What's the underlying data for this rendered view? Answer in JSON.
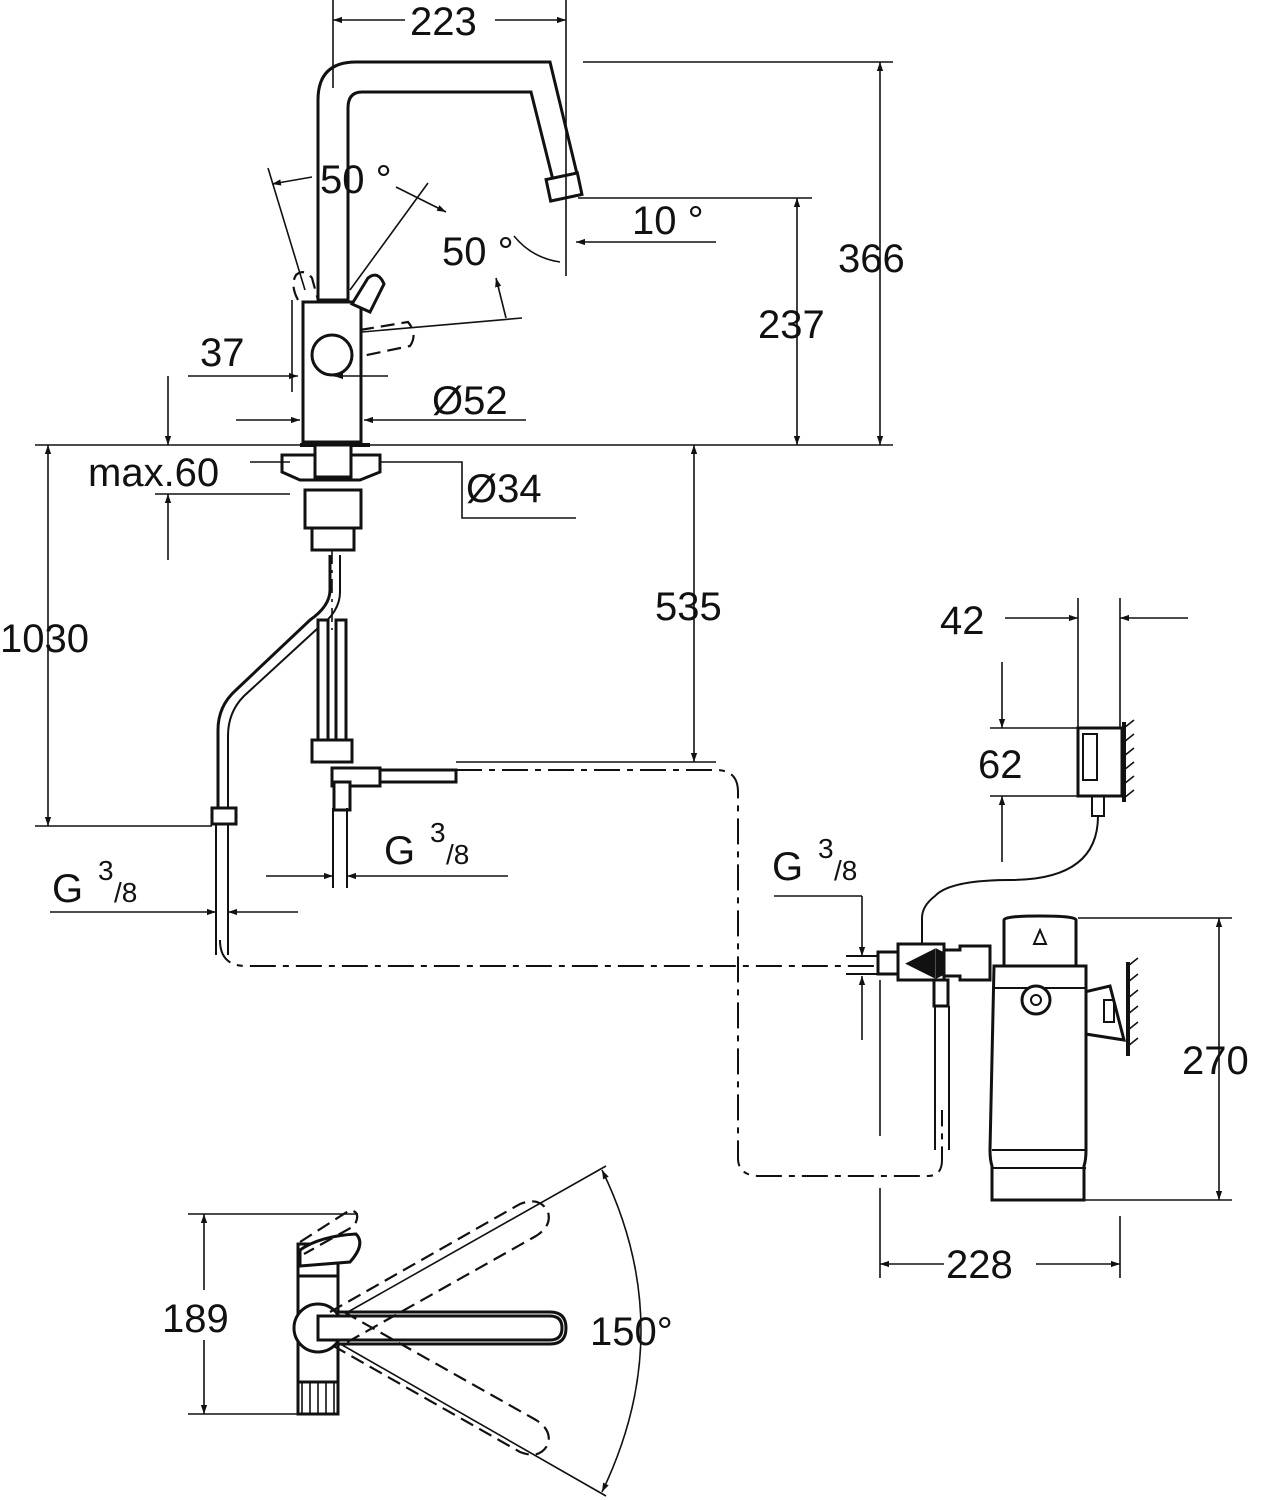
{
  "dimensions": {
    "spout_reach": "223",
    "handle_angle_left": "50 °",
    "handle_angle_right": "50 °",
    "spout_tilt": "10 °",
    "total_height": "366",
    "outlet_height": "237",
    "lever_offset": "37",
    "body_diameter": "Ø52",
    "deck_thickness": "max.60",
    "hole_diameter": "Ø34",
    "hose_length": "1030",
    "connection_depth": "535",
    "battery_depth": "42",
    "battery_height": "62",
    "filter_height": "270",
    "filter_width": "228",
    "top_view_height": "189",
    "swivel_angle": "150°"
  },
  "thread": {
    "letter": "G",
    "numerator": "3",
    "denominator": "/8"
  },
  "arrows": {
    "symbol": "◀▶"
  }
}
